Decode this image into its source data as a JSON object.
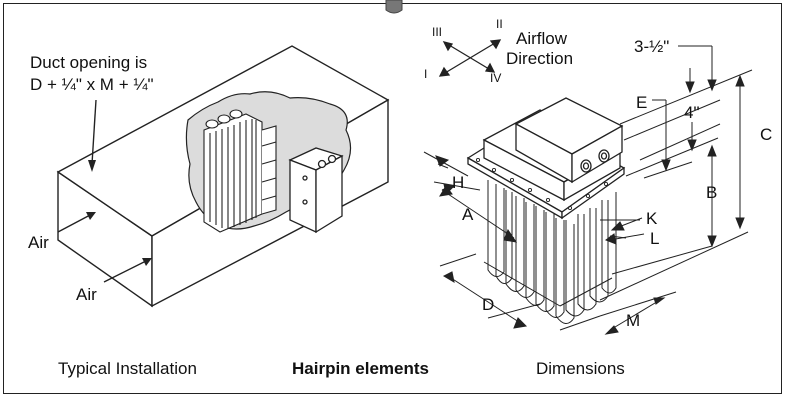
{
  "left_panel": {
    "duct_note_line1": "Duct opening is",
    "duct_note_line2": "D + ¼\" x M + ¼\"",
    "air_label_upper": "Air",
    "air_label_lower": "Air",
    "caption": "Typical Installation"
  },
  "center": {
    "caption": "Hairpin elements"
  },
  "right_panel": {
    "airflow_line1": "Airflow",
    "airflow_line2": "Direction",
    "dir_I": "I",
    "dir_II": "II",
    "dir_III": "III",
    "dir_IV": "IV",
    "dim_three_half": "3-½\"",
    "dim_four": "4\"",
    "dim_E": "E",
    "dim_C": "C",
    "dim_B": "B",
    "dim_H": "H",
    "dim_A": "A",
    "dim_K": "K",
    "dim_L": "L",
    "dim_D": "D",
    "dim_M": "M",
    "caption": "Dimensions"
  }
}
